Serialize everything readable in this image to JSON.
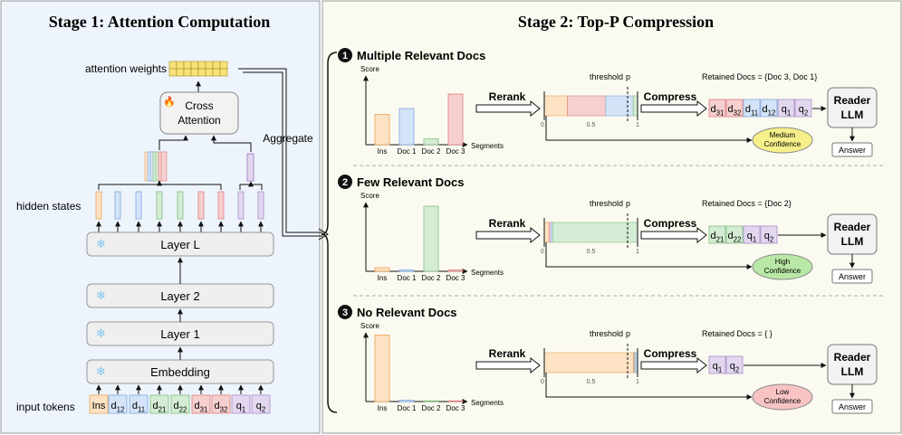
{
  "left": {
    "title": "Stage 1: Attention Computation",
    "attention_weights_label": "attention weights",
    "cross_attention": [
      "Cross",
      "Attention"
    ],
    "aggregate_label": "Aggregate",
    "hidden_states_label": "hidden states",
    "layers": [
      "Layer L",
      "Layer 2",
      "Layer 1",
      "Embedding"
    ],
    "input_tokens_label": "input tokens",
    "tokens": [
      {
        "base": "Ins",
        "sub": "",
        "color": "#fde2c3",
        "stroke": "#e8a458"
      },
      {
        "base": "d",
        "sub": "12",
        "color": "#d4e3f7",
        "stroke": "#7fa8df"
      },
      {
        "base": "d",
        "sub": "11",
        "color": "#d4e3f7",
        "stroke": "#7fa8df"
      },
      {
        "base": "d",
        "sub": "21",
        "color": "#d5ecd4",
        "stroke": "#7fbf7c"
      },
      {
        "base": "d",
        "sub": "22",
        "color": "#d5ecd4",
        "stroke": "#7fbf7c"
      },
      {
        "base": "d",
        "sub": "31",
        "color": "#f6cfcf",
        "stroke": "#de7d7d"
      },
      {
        "base": "d",
        "sub": "32",
        "color": "#f6cfcf",
        "stroke": "#de7d7d"
      },
      {
        "base": "q",
        "sub": "1",
        "color": "#e3d7ef",
        "stroke": "#a88cc9"
      },
      {
        "base": "q",
        "sub": "2",
        "color": "#e3d7ef",
        "stroke": "#a88cc9"
      }
    ]
  },
  "right": {
    "title": "Stage 2: Top-P Compression",
    "panels": [
      {
        "num": "1",
        "title": "Multiple Relevant Docs",
        "score_label": "Score",
        "segments_label": "Segments",
        "categories": [
          "Ins",
          "Doc 1",
          "Doc 2",
          "Doc 3"
        ],
        "values": [
          0.42,
          0.5,
          0.08,
          0.7
        ],
        "rerank": "Rerank",
        "compress": "Compress",
        "threshold_label": "threshold",
        "p_label": "p",
        "bar_ticks": [
          "0",
          "0.5",
          "1"
        ],
        "retained": "Retained Docs = {Doc 3, Doc 1}",
        "retained_tokens": [
          {
            "base": "d",
            "sub": "31",
            "color": "#f6cfcf",
            "stroke": "#de7d7d"
          },
          {
            "base": "d",
            "sub": "32",
            "color": "#f6cfcf",
            "stroke": "#de7d7d"
          },
          {
            "base": "d",
            "sub": "11",
            "color": "#d4e3f7",
            "stroke": "#7fa8df"
          },
          {
            "base": "d",
            "sub": "12",
            "color": "#d4e3f7",
            "stroke": "#7fa8df"
          },
          {
            "base": "q",
            "sub": "1",
            "color": "#e3d7ef",
            "stroke": "#a88cc9"
          },
          {
            "base": "q",
            "sub": "2",
            "color": "#e3d7ef",
            "stroke": "#a88cc9"
          }
        ],
        "confidence": [
          "Medium",
          "Confidence"
        ],
        "confidence_color": "#f5f08a",
        "reader": [
          "Reader",
          "LLM"
        ],
        "answer": "Answer"
      },
      {
        "num": "2",
        "title": "Few Relevant Docs",
        "score_label": "Score",
        "segments_label": "Segments",
        "categories": [
          "Ins",
          "Doc 1",
          "Doc 2",
          "Doc 3"
        ],
        "values": [
          0.05,
          0.02,
          0.9,
          0.02
        ],
        "rerank": "Rerank",
        "compress": "Compress",
        "threshold_label": "threshold",
        "p_label": "p",
        "bar_ticks": [
          "0",
          "0.5",
          "1"
        ],
        "retained": "Retained Docs = {Doc 2}",
        "retained_tokens": [
          {
            "base": "d",
            "sub": "21",
            "color": "#d5ecd4",
            "stroke": "#7fbf7c"
          },
          {
            "base": "d",
            "sub": "22",
            "color": "#d5ecd4",
            "stroke": "#7fbf7c"
          },
          {
            "base": "q",
            "sub": "1",
            "color": "#e3d7ef",
            "stroke": "#a88cc9"
          },
          {
            "base": "q",
            "sub": "2",
            "color": "#e3d7ef",
            "stroke": "#a88cc9"
          }
        ],
        "confidence": [
          "High",
          "Confidence"
        ],
        "confidence_color": "#b9e8a6",
        "reader": [
          "Reader",
          "LLM"
        ],
        "answer": "Answer"
      },
      {
        "num": "3",
        "title": "No Relevant Docs",
        "score_label": "Score",
        "segments_label": "Segments",
        "categories": [
          "Ins",
          "Doc 1",
          "Doc 2",
          "Doc 3"
        ],
        "values": [
          0.92,
          0.02,
          0.01,
          0.01
        ],
        "rerank": "Rerank",
        "compress": "Compress",
        "threshold_label": "threshold",
        "p_label": "p",
        "bar_ticks": [
          "0",
          "0.5",
          "1"
        ],
        "retained": "Retained Docs = { }",
        "retained_tokens": [
          {
            "base": "q",
            "sub": "1",
            "color": "#e3d7ef",
            "stroke": "#a88cc9"
          },
          {
            "base": "q",
            "sub": "2",
            "color": "#e3d7ef",
            "stroke": "#a88cc9"
          }
        ],
        "confidence": [
          "Low",
          "Confidence"
        ],
        "confidence_color": "#f7c3c3",
        "reader": [
          "Reader",
          "LLM"
        ],
        "answer": "Answer"
      }
    ]
  }
}
